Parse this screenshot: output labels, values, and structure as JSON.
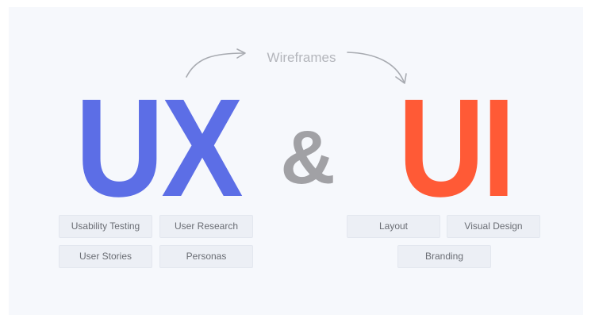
{
  "headline": {
    "ux": "UX",
    "ampersand": "&",
    "ui": "UI"
  },
  "connector": {
    "label": "Wireframes"
  },
  "ux_tags": [
    "Usability Testing",
    "User Research",
    "User Stories",
    "Personas"
  ],
  "ui_tags": [
    "Layout",
    "Visual Design",
    "Branding"
  ],
  "colors": {
    "ux": "#5c6ee6",
    "ui": "#ff5a36",
    "ampersand": "#a1a1a5",
    "background": "#f6f8fc",
    "tag_background": "#eceff5"
  }
}
